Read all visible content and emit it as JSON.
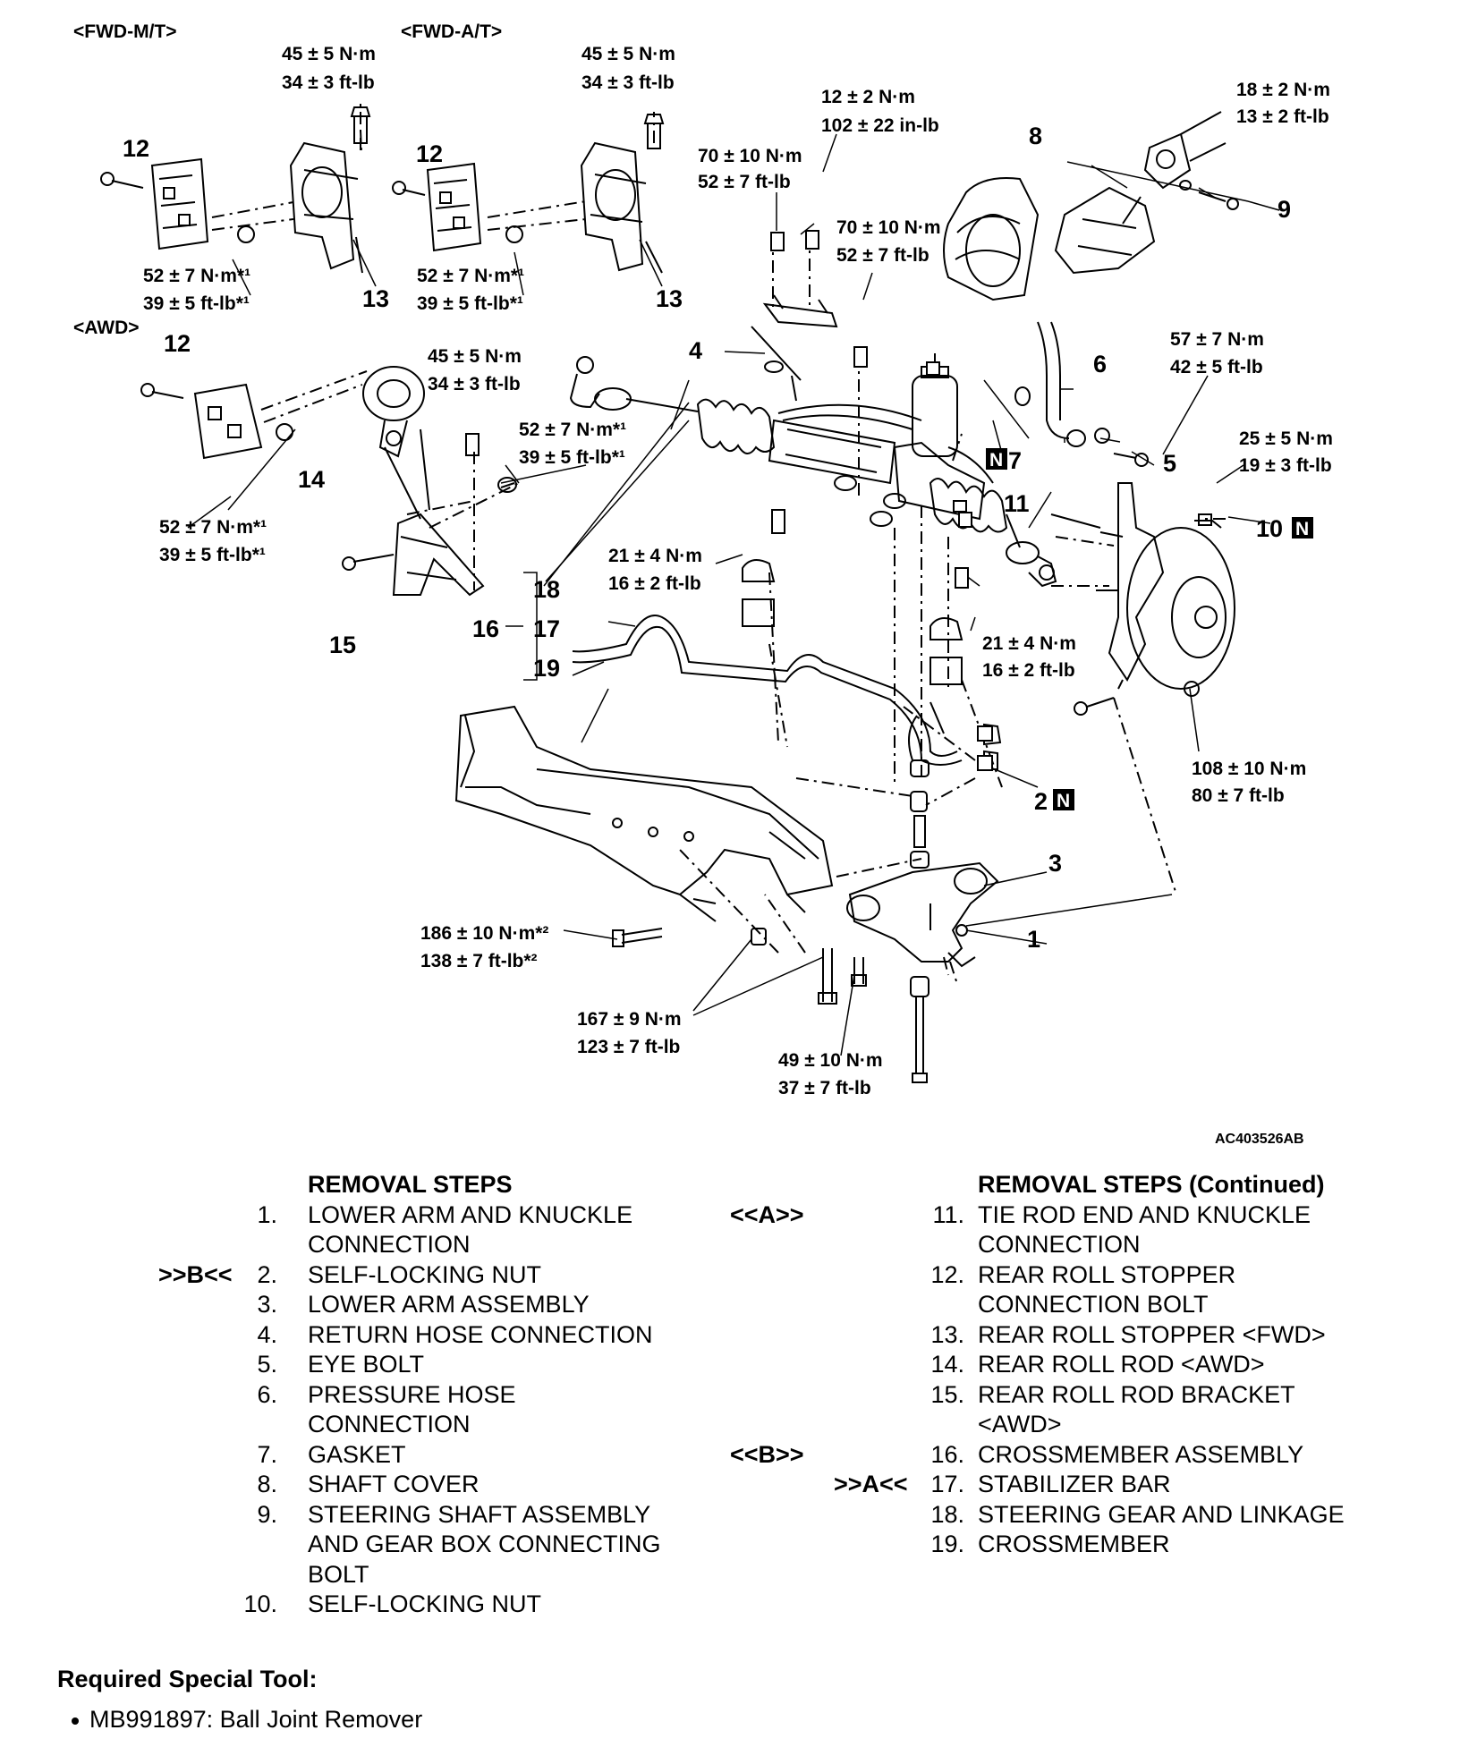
{
  "diagram": {
    "figure_code": "AC403526AB",
    "variant_labels": [
      "<FWD-M/T>",
      "<FWD-A/T>",
      "<AWD>"
    ],
    "torques": [
      {
        "id": "t1",
        "lines": [
          "45 ± 5 N·m",
          "34 ± 3 ft-lb"
        ]
      },
      {
        "id": "t2",
        "lines": [
          "45 ± 5 N·m",
          "34 ± 3 ft-lb"
        ]
      },
      {
        "id": "t3",
        "lines": [
          "12 ± 2 N·m",
          "102 ± 22 in-lb"
        ]
      },
      {
        "id": "t4",
        "lines": [
          "18 ± 2 N·m",
          "13 ± 2 ft-lb"
        ]
      },
      {
        "id": "t5",
        "lines": [
          "70 ± 10 N·m",
          "52 ± 7 ft-lb"
        ]
      },
      {
        "id": "t6",
        "lines": [
          "70 ± 10 N·m",
          "52 ± 7 ft-lb"
        ]
      },
      {
        "id": "t7",
        "lines": [
          "52 ± 7 N·m*¹",
          "39 ± 5 ft-lb*¹"
        ]
      },
      {
        "id": "t8",
        "lines": [
          "52 ± 7 N·m*¹",
          "39 ± 5 ft-lb*¹"
        ]
      },
      {
        "id": "t9",
        "lines": [
          "45 ± 5 N·m",
          "34 ± 3 ft-lb"
        ]
      },
      {
        "id": "t10",
        "lines": [
          "57 ± 7 N·m",
          "42 ± 5 ft-lb"
        ]
      },
      {
        "id": "t11",
        "lines": [
          "52 ± 7 N·m*¹",
          "39 ± 5 ft-lb*¹"
        ]
      },
      {
        "id": "t12",
        "lines": [
          "25 ± 5 N·m",
          "19 ± 3 ft-lb"
        ]
      },
      {
        "id": "t13",
        "lines": [
          "52 ± 7 N·m*¹",
          "39 ± 5 ft-lb*¹"
        ]
      },
      {
        "id": "t14",
        "lines": [
          "21 ± 4 N·m",
          "16 ± 2 ft-lb"
        ]
      },
      {
        "id": "t15",
        "lines": [
          "21 ± 4 N·m",
          "16 ± 2 ft-lb"
        ]
      },
      {
        "id": "t16",
        "lines": [
          "108 ± 10 N·m",
          "80 ± 7 ft-lb"
        ]
      },
      {
        "id": "t17",
        "lines": [
          "186 ± 10 N·m*²",
          "138 ± 7 ft-lb*²"
        ]
      },
      {
        "id": "t18",
        "lines": [
          "167 ± 9 N·m",
          "123 ± 7 ft-lb"
        ]
      },
      {
        "id": "t19",
        "lines": [
          "49 ± 10 N·m",
          "37 ± 7 ft-lb"
        ]
      }
    ],
    "part_numbers": [
      {
        "id": "p12a",
        "text": "12"
      },
      {
        "id": "p13a",
        "text": "13"
      },
      {
        "id": "p12b",
        "text": "12"
      },
      {
        "id": "p13b",
        "text": "13"
      },
      {
        "id": "p12c",
        "text": "12"
      },
      {
        "id": "p14",
        "text": "14"
      },
      {
        "id": "p15",
        "text": "15"
      },
      {
        "id": "p8",
        "text": "8"
      },
      {
        "id": "p9",
        "text": "9"
      },
      {
        "id": "p4",
        "text": "4"
      },
      {
        "id": "p6",
        "text": "6"
      },
      {
        "id": "p7",
        "text": "7"
      },
      {
        "id": "p5",
        "text": "5"
      },
      {
        "id": "p11",
        "text": "11"
      },
      {
        "id": "p10",
        "text": "10"
      },
      {
        "id": "p18",
        "text": "18"
      },
      {
        "id": "p16",
        "text": "16"
      },
      {
        "id": "p17",
        "text": "17"
      },
      {
        "id": "p19",
        "text": "19"
      },
      {
        "id": "p2",
        "text": "2"
      },
      {
        "id": "p3",
        "text": "3"
      },
      {
        "id": "p1",
        "text": "1"
      }
    ],
    "new_part_badge": "N"
  },
  "removal_steps": {
    "title": "REMOVAL STEPS",
    "items": [
      {
        "mark": "",
        "num": "1.",
        "text": "LOWER ARM AND KNUCKLE\nCONNECTION"
      },
      {
        "mark": ">>B<<",
        "num": "2.",
        "text": "SELF-LOCKING NUT"
      },
      {
        "mark": "",
        "num": "3.",
        "text": "LOWER ARM ASSEMBLY"
      },
      {
        "mark": "",
        "num": "4.",
        "text": "RETURN HOSE CONNECTION"
      },
      {
        "mark": "",
        "num": "5.",
        "text": "EYE BOLT"
      },
      {
        "mark": "",
        "num": "6.",
        "text": "PRESSURE HOSE\nCONNECTION"
      },
      {
        "mark": "",
        "num": "7.",
        "text": "GASKET"
      },
      {
        "mark": "",
        "num": "8.",
        "text": "SHAFT COVER"
      },
      {
        "mark": "",
        "num": "9.",
        "text": "STEERING SHAFT ASSEMBLY\nAND GEAR BOX CONNECTING\nBOLT"
      },
      {
        "mark": "",
        "num": "10.",
        "text": "SELF-LOCKING NUT"
      }
    ]
  },
  "removal_steps_continued": {
    "title": "REMOVAL STEPS (Continued)",
    "items": [
      {
        "mark": "<<A>>",
        "num": "11.",
        "text": "TIE ROD END AND KNUCKLE\nCONNECTION"
      },
      {
        "mark": "",
        "num": "12.",
        "text": "REAR ROLL STOPPER\nCONNECTION BOLT"
      },
      {
        "mark": "",
        "num": "13.",
        "text": "REAR ROLL STOPPER <FWD>"
      },
      {
        "mark": "",
        "num": "14.",
        "text": "REAR ROLL ROD <AWD>"
      },
      {
        "mark": "",
        "num": "15.",
        "text": "REAR ROLL ROD BRACKET\n<AWD>"
      },
      {
        "mark": "<<B>>",
        "num": "16.",
        "text": "CROSSMEMBER ASSEMBLY"
      },
      {
        "mark": ">>A<<",
        "num": "17.",
        "text": "STABILIZER BAR"
      },
      {
        "mark": "",
        "num": "18.",
        "text": "STEERING GEAR AND LINKAGE"
      },
      {
        "mark": "",
        "num": "19.",
        "text": "CROSSMEMBER"
      }
    ]
  },
  "special_tool": {
    "title": "Required Special Tool:",
    "items": [
      "MB991897: Ball Joint Remover"
    ]
  }
}
